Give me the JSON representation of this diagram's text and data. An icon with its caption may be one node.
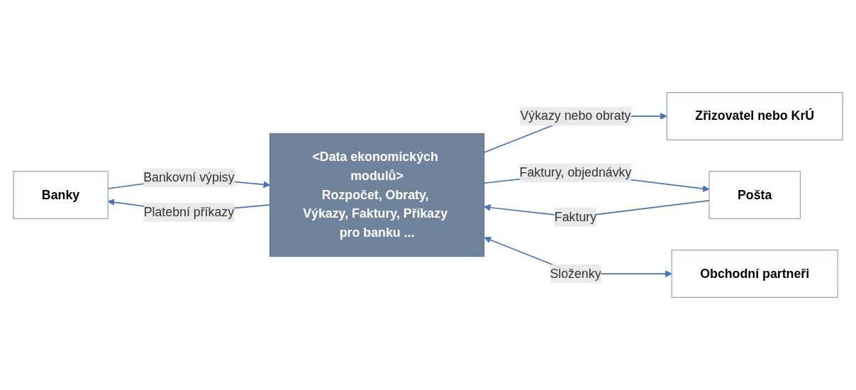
{
  "diagram": {
    "nodes": [
      {
        "text": [
          "Zřizovatel nebo KrÚ"
        ]
      },
      {
        "text": [
          "Banky"
        ]
      },
      {
        "text": [
          "<Data ekonomických modulů>",
          "Rozpočet, Obraty, Výkazy, Faktury, Příkazy pro banku ..."
        ]
      },
      {
        "text": [
          "Pošta"
        ]
      },
      {
        "text": [
          "Obchodní partneři"
        ]
      }
    ],
    "edges": [
      {
        "from": 2,
        "to": 0,
        "arrow": "to",
        "label": "Výkazy nebo obraty"
      },
      {
        "from": 2,
        "to": 1,
        "arrow": "to",
        "label": "Platební příkazy"
      },
      {
        "from": 1,
        "to": 2,
        "arrow": "to",
        "label": "Bankovní výpisy"
      },
      {
        "from": 2,
        "to": 3,
        "arrow": "to",
        "label": "Faktury, objednávky"
      },
      {
        "from": 3,
        "to": 2,
        "arrow": "to",
        "label": "Faktury"
      },
      {
        "from": 2,
        "to": 4,
        "arrow": "both",
        "label": "Složenky"
      }
    ]
  }
}
